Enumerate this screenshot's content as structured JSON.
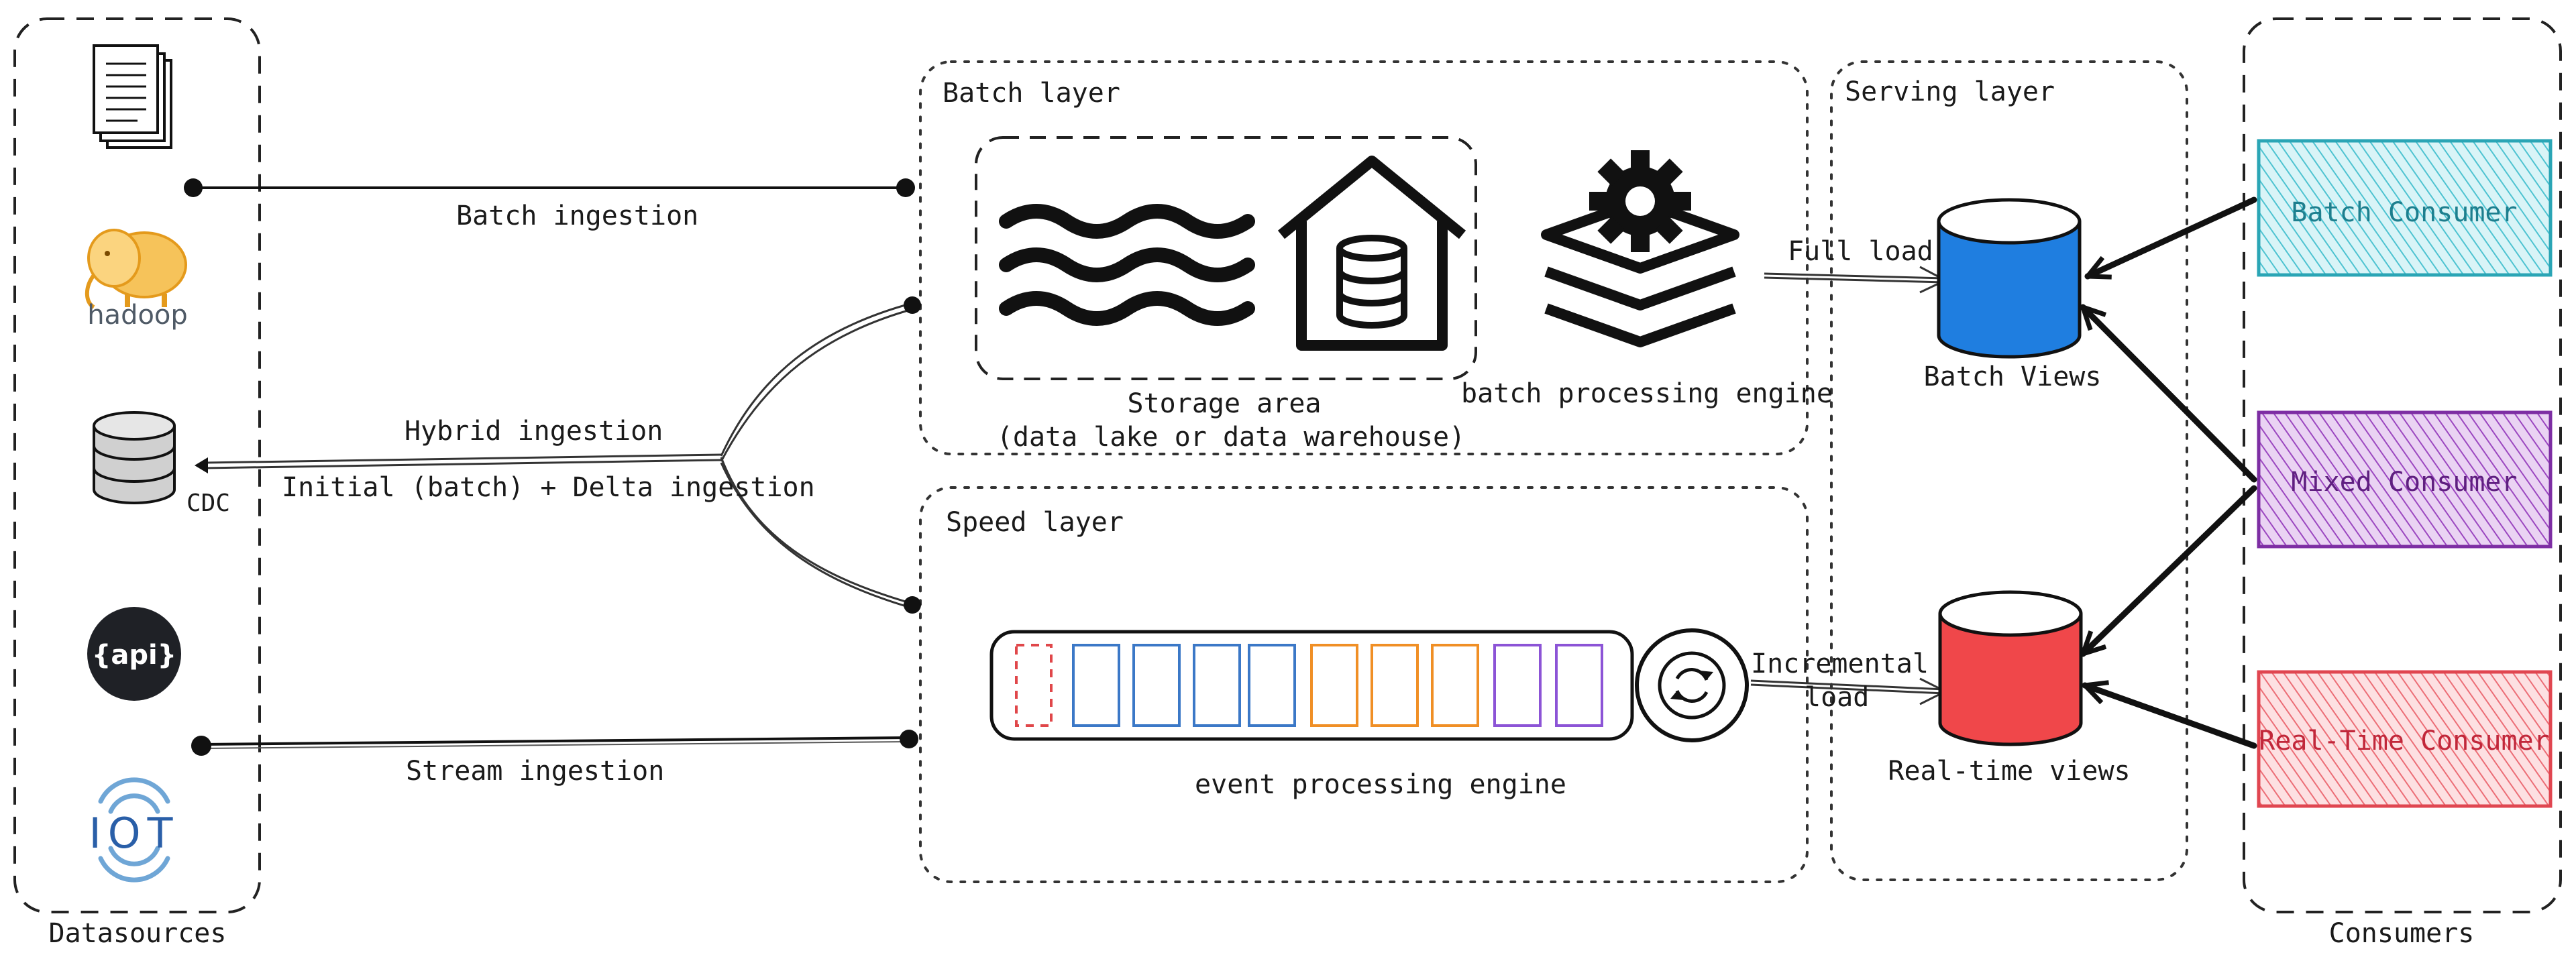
{
  "groups": {
    "datasources": "Datasources",
    "consumers": "Consumers",
    "batch_layer": "Batch layer",
    "speed_layer": "Speed layer",
    "serving_layer": "Serving layer"
  },
  "sources": {
    "hadoop": "hadoop",
    "cdc": "CDC",
    "api": "{api}",
    "iot": "IOT"
  },
  "edges": {
    "batch_ingestion": "Batch ingestion",
    "hybrid_ingestion": "Hybrid ingestion",
    "hybrid_detail": "Initial (batch) + Delta ingestion",
    "stream_ingestion": "Stream ingestion",
    "full_load": "Full load",
    "incremental_load_1": "Incremental",
    "incremental_load_2": "load"
  },
  "components": {
    "storage_line1": "Storage area",
    "storage_line2": "(data lake or data warehouse)",
    "batch_engine": "batch processing engine",
    "event_engine": "event processing engine",
    "batch_views": "Batch Views",
    "realtime_views": "Real-time views"
  },
  "consumers": {
    "batch": "Batch Consumer",
    "mixed": "Mixed Consumer",
    "realtime": "Real-Time Consumer"
  },
  "colors": {
    "batch_views": "#1f7ee0",
    "realtime_views": "#f0474a",
    "batch_consumer": "#35b8c8",
    "mixed_consumer": "#8e3fb0",
    "realtime_consumer": "#e84b55"
  }
}
